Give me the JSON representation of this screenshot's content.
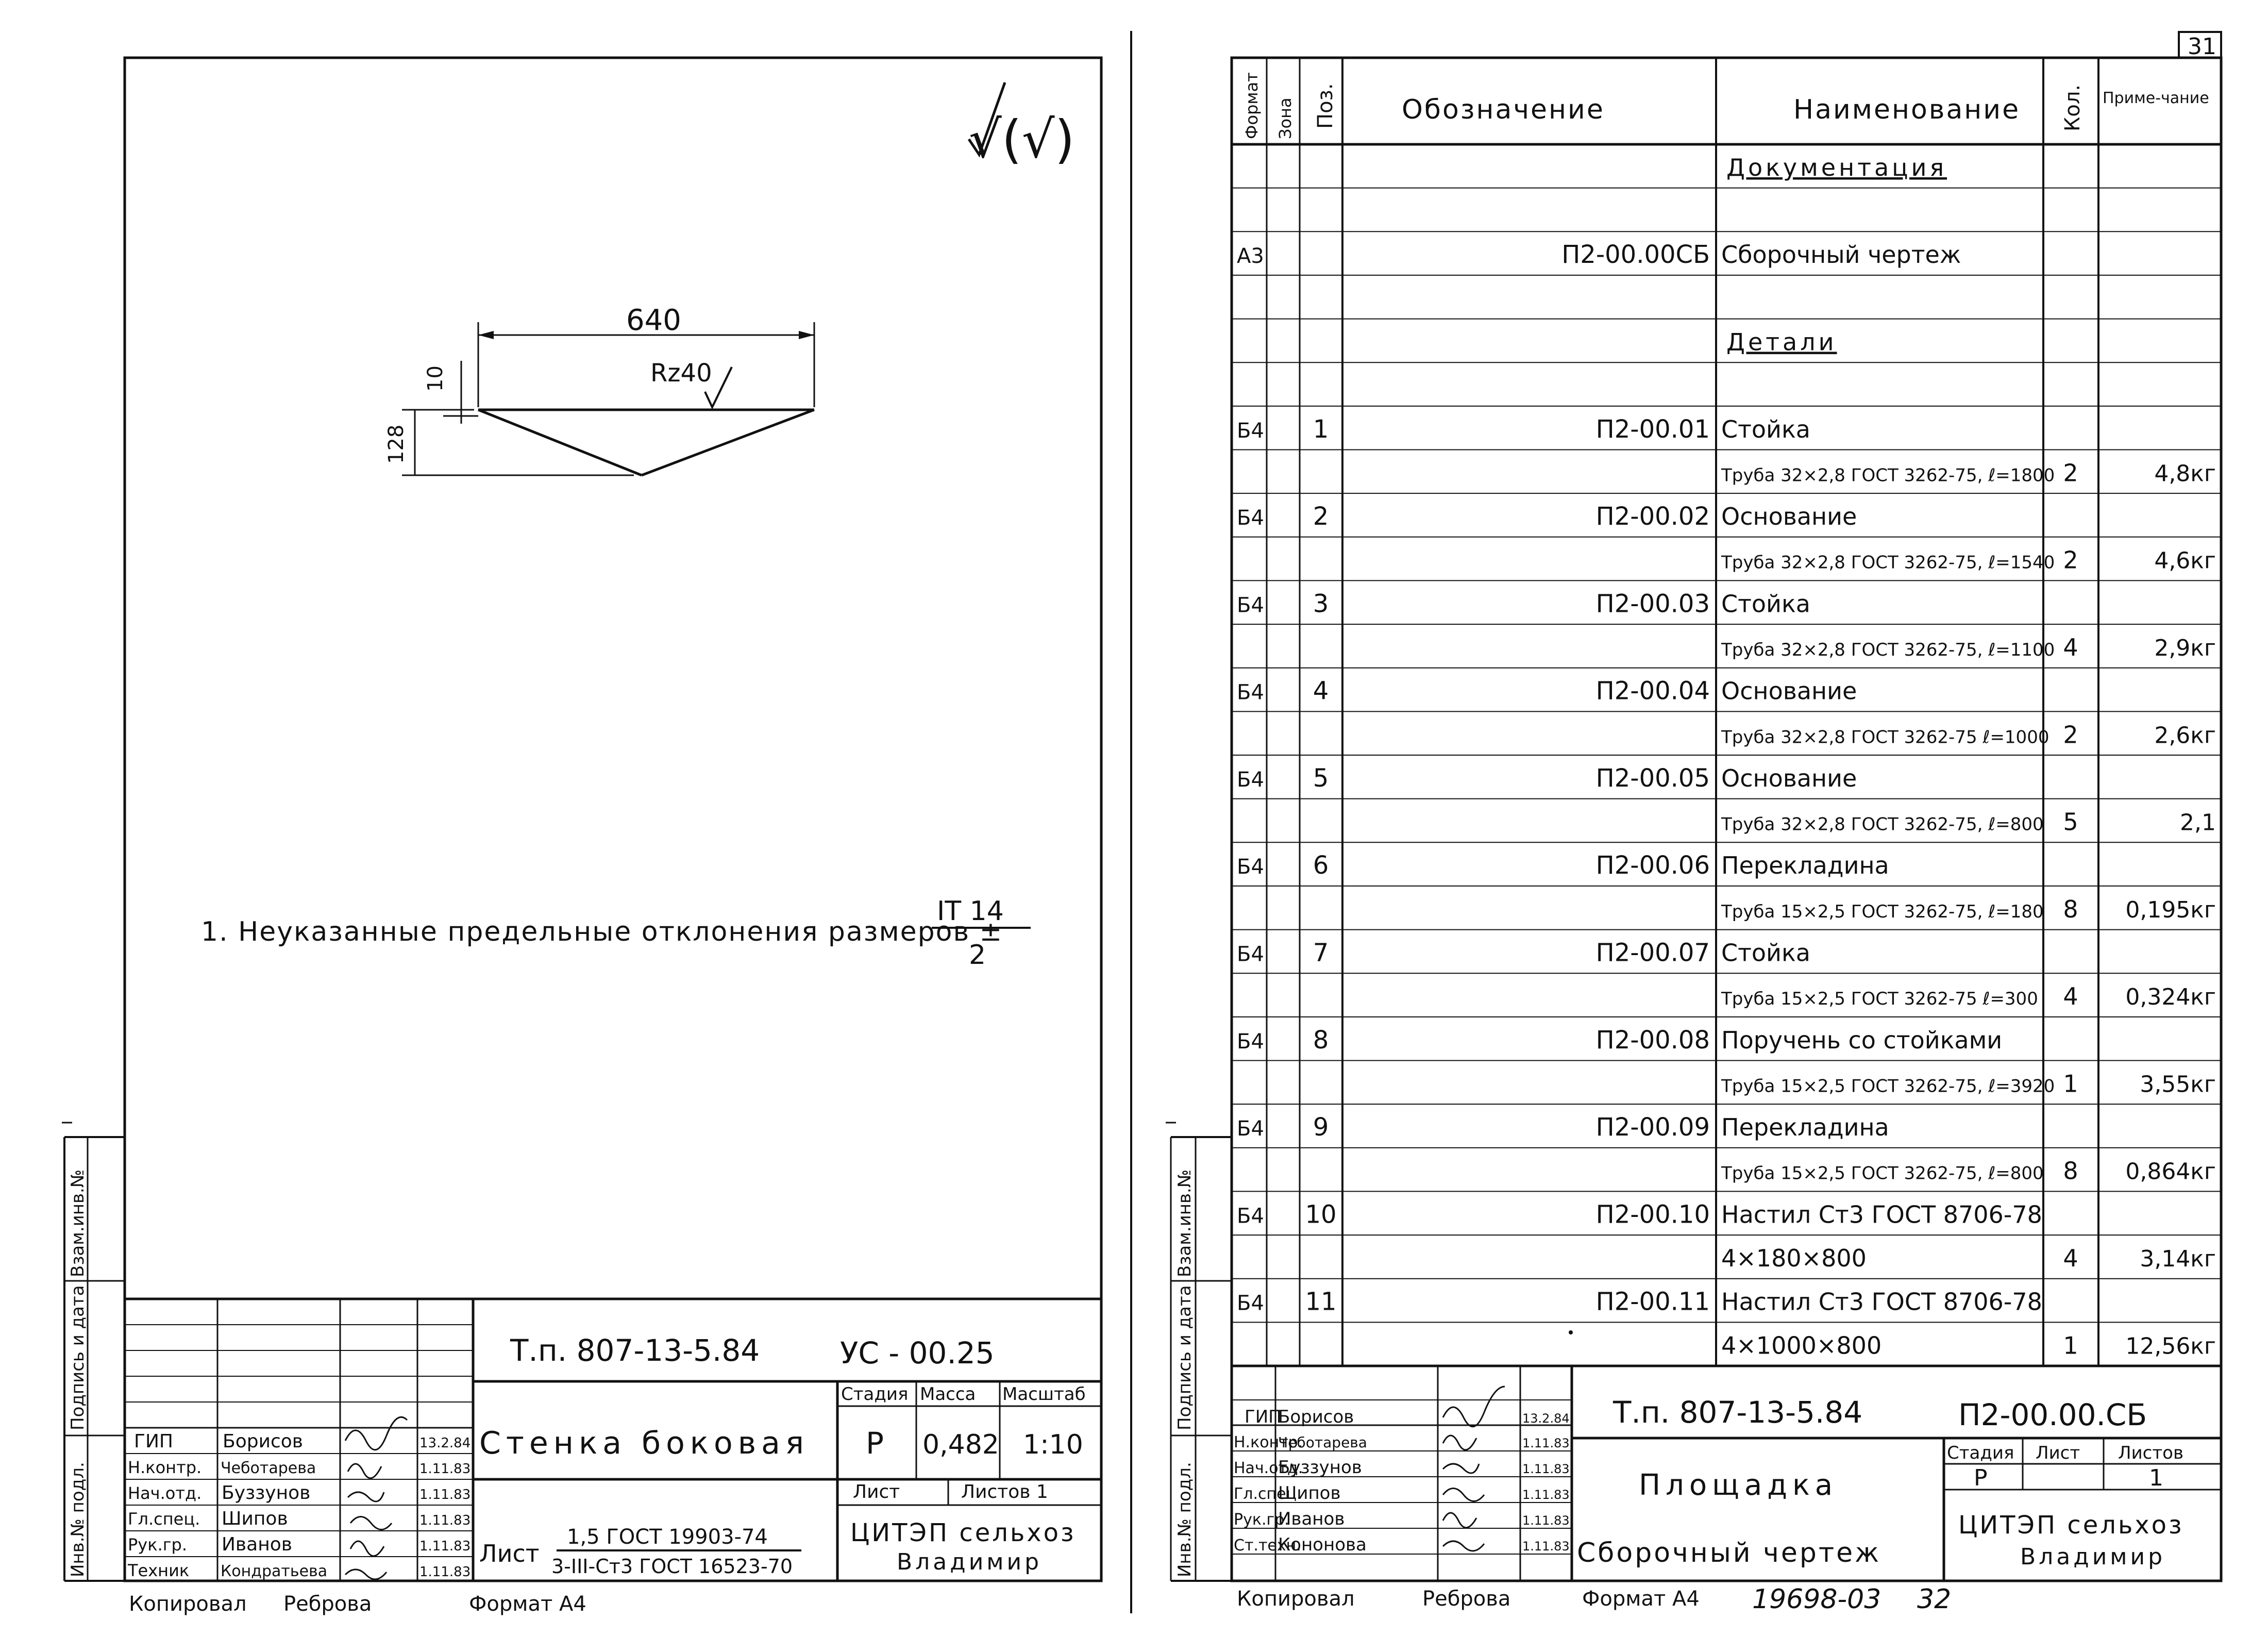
{
  "sheet_number": "31",
  "left_sheet": {
    "roughness_mark": "√(√)",
    "drawing": {
      "dim_width": "640",
      "dim_small": "10",
      "dim_height": "128",
      "roughness": "Rz40"
    },
    "note": {
      "text": "1. Неуказанные предельные отклонения размеров ±",
      "frac_num": "IT 14",
      "frac_den": "2"
    },
    "side_labels": [
      "Инв.№ подл.",
      "Подпись и дата",
      "Взам.инв.№"
    ],
    "title_block": {
      "project_code": "Т.п. 807-13-5.84",
      "designation": "УС - 00.25",
      "title": "Стенка боковая",
      "headers": {
        "stage": "Стадия",
        "mass": "Масса",
        "scale": "Масштаб",
        "sheet": "Лист",
        "sheets": "Листов 1"
      },
      "stage": "Р",
      "mass": "0,482",
      "scale": "1:10",
      "material_prefix": "Лист",
      "material_num": "1,5  ГОСТ 19903-74",
      "material_den": "3-III-Ст3 ГОСТ 16523-70",
      "org_line1": "ЦИТЭП сельхоз",
      "org_line2": "Владимир",
      "people": [
        {
          "role": "ГИП",
          "name": "Борисов",
          "date": "13.2.84"
        },
        {
          "role": "Н.контр.",
          "name": "Чеботарева",
          "date": "1.11.83"
        },
        {
          "role": "Нач.отд.",
          "name": "Буззунов",
          "date": "1.11.83"
        },
        {
          "role": "Гл.спец.",
          "name": "Шипов",
          "date": "1.11.83"
        },
        {
          "role": "Рук.гр.",
          "name": "Иванов",
          "date": "1.11.83"
        },
        {
          "role": "Техник",
          "name": "Кондратьева",
          "date": "1.11.83"
        }
      ]
    },
    "footer_copied": "Копировал",
    "footer_name": "Реброва",
    "footer_format": "Формат А4"
  },
  "right_sheet": {
    "headers": {
      "format": "Формат",
      "zone": "Зона",
      "pos": "Поз.",
      "designation": "Обозначение",
      "name": "Наименование",
      "qty": "Кол.",
      "note": "Приме-чание"
    },
    "rows": [
      {
        "format": "",
        "pos": "",
        "designation": "",
        "name": "Документация",
        "qty": "",
        "note": "",
        "heading": true
      },
      {
        "format": "",
        "pos": "",
        "designation": "",
        "name": "",
        "qty": "",
        "note": ""
      },
      {
        "format": "А3",
        "pos": "",
        "designation": "П2-00.00СБ",
        "name": "Сборочный чертеж",
        "qty": "",
        "note": ""
      },
      {
        "format": "",
        "pos": "",
        "designation": "",
        "name": "",
        "qty": "",
        "note": ""
      },
      {
        "format": "",
        "pos": "",
        "designation": "",
        "name": "Детали",
        "qty": "",
        "note": "",
        "heading": true
      },
      {
        "format": "",
        "pos": "",
        "designation": "",
        "name": "",
        "qty": "",
        "note": ""
      },
      {
        "format": "Б4",
        "pos": "1",
        "designation": "П2-00.01",
        "name": "Стойка",
        "qty": "",
        "note": ""
      },
      {
        "format": "",
        "pos": "",
        "designation": "",
        "name": "Труба 32×2,8 ГОСТ 3262-75, ℓ=1800",
        "qty": "2",
        "note": "4,8кг"
      },
      {
        "format": "Б4",
        "pos": "2",
        "designation": "П2-00.02",
        "name": "Основание",
        "qty": "",
        "note": ""
      },
      {
        "format": "",
        "pos": "",
        "designation": "",
        "name": "Труба 32×2,8 ГОСТ 3262-75, ℓ=1540",
        "qty": "2",
        "note": "4,6кг"
      },
      {
        "format": "Б4",
        "pos": "3",
        "designation": "П2-00.03",
        "name": "Стойка",
        "qty": "",
        "note": ""
      },
      {
        "format": "",
        "pos": "",
        "designation": "",
        "name": "Труба 32×2,8 ГОСТ 3262-75, ℓ=1100",
        "qty": "4",
        "note": "2,9кг"
      },
      {
        "format": "Б4",
        "pos": "4",
        "designation": "П2-00.04",
        "name": "Основание",
        "qty": "",
        "note": ""
      },
      {
        "format": "",
        "pos": "",
        "designation": "",
        "name": "Труба 32×2,8 ГОСТ 3262-75 ℓ=1000",
        "qty": "2",
        "note": "2,6кг"
      },
      {
        "format": "Б4",
        "pos": "5",
        "designation": "П2-00.05",
        "name": "Основание",
        "qty": "",
        "note": ""
      },
      {
        "format": "",
        "pos": "",
        "designation": "",
        "name": "Труба 32×2,8 ГОСТ 3262-75, ℓ=800",
        "qty": "5",
        "note": "2,1"
      },
      {
        "format": "Б4",
        "pos": "6",
        "designation": "П2-00.06",
        "name": "Перекладина",
        "qty": "",
        "note": ""
      },
      {
        "format": "",
        "pos": "",
        "designation": "",
        "name": "Труба 15×2,5 ГОСТ 3262-75, ℓ=180",
        "qty": "8",
        "note": "0,195кг"
      },
      {
        "format": "Б4",
        "pos": "7",
        "designation": "П2-00.07",
        "name": "Стойка",
        "qty": "",
        "note": ""
      },
      {
        "format": "",
        "pos": "",
        "designation": "",
        "name": "Труба 15×2,5 ГОСТ 3262-75 ℓ=300",
        "qty": "4",
        "note": "0,324кг"
      },
      {
        "format": "Б4",
        "pos": "8",
        "designation": "П2-00.08",
        "name": "Поручень со стойками",
        "qty": "",
        "note": ""
      },
      {
        "format": "",
        "pos": "",
        "designation": "",
        "name": "Труба 15×2,5 ГОСТ 3262-75, ℓ=3920",
        "qty": "1",
        "note": "3,55кг"
      },
      {
        "format": "Б4",
        "pos": "9",
        "designation": "П2-00.09",
        "name": "Перекладина",
        "qty": "",
        "note": ""
      },
      {
        "format": "",
        "pos": "",
        "designation": "",
        "name": "Труба 15×2,5 ГОСТ 3262-75, ℓ=800",
        "qty": "8",
        "note": "0,864кг"
      },
      {
        "format": "Б4",
        "pos": "10",
        "designation": "П2-00.10",
        "name": "Настил Ст3 ГОСТ 8706-78",
        "qty": "",
        "note": ""
      },
      {
        "format": "",
        "pos": "",
        "designation": "",
        "name": "4×180×800",
        "qty": "4",
        "note": "3,14кг"
      },
      {
        "format": "Б4",
        "pos": "11",
        "designation": "П2-00.11",
        "name": "Настил Ст3 ГОСТ 8706-78",
        "qty": "",
        "note": ""
      },
      {
        "format": "",
        "pos": "",
        "designation": "",
        "name": "4×1000×800",
        "qty": "1",
        "note": "12,56кг"
      }
    ],
    "side_labels": [
      "Инв.№ подл.",
      "Подпись и дата",
      "Взам.инв.№"
    ],
    "title_block": {
      "project_code": "Т.п. 807-13-5.84",
      "designation": "П2-00.00.СБ",
      "title_line1": "Площадка",
      "title_line2": "Сборочный чертеж",
      "headers": {
        "stage": "Стадия",
        "sheet": "Лист",
        "sheets": "Листов"
      },
      "stage": "Р",
      "sheets": "1",
      "org_line1": "ЦИТЭП сельхоз",
      "org_line2": "Владимир",
      "people": [
        {
          "role": "ГИП",
          "name": "Борисов",
          "date": "13.2.84"
        },
        {
          "role": "Н.контр.",
          "name": "Чеботарева",
          "date": "1.11.83"
        },
        {
          "role": "Нач.отд.",
          "name": "Буззунов",
          "date": "1.11.83"
        },
        {
          "role": "Гл.спец.",
          "name": "Шипов",
          "date": "1.11.83"
        },
        {
          "role": "Рук.гр.",
          "name": "Иванов",
          "date": "1.11.83"
        },
        {
          "role": "Ст.техн.",
          "name": "Кононова",
          "date": "1.11.83"
        }
      ]
    },
    "footer_copied": "Копировал",
    "footer_name": "Реброва",
    "footer_format": "Формат А4",
    "footer_num": "19698-03",
    "footer_page": "32"
  }
}
